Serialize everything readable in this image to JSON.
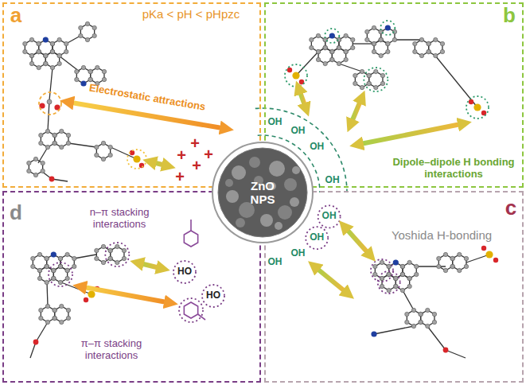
{
  "diagram": {
    "nodes": [
      {
        "text": [
          "a",
          "pKa < pH < pHpzc",
          "Electrostatic attractions"
        ]
      },
      {
        "text": [
          "b",
          "Dipole–dipole H bonding interactions"
        ]
      },
      {
        "text": [
          "d",
          "n–π stacking interactions",
          "π–π stacking interactions"
        ]
      },
      {
        "text": [
          "c",
          "Yoshida H-bonding"
        ]
      },
      {
        "text": [
          "ZnO NPS"
        ]
      }
    ],
    "labels": [
      "+",
      "+",
      "+",
      "+",
      "+",
      "OH",
      "OH",
      "OH",
      "OH",
      "OH",
      "OH",
      "OH",
      "OH",
      "HO",
      "HO"
    ]
  }
}
